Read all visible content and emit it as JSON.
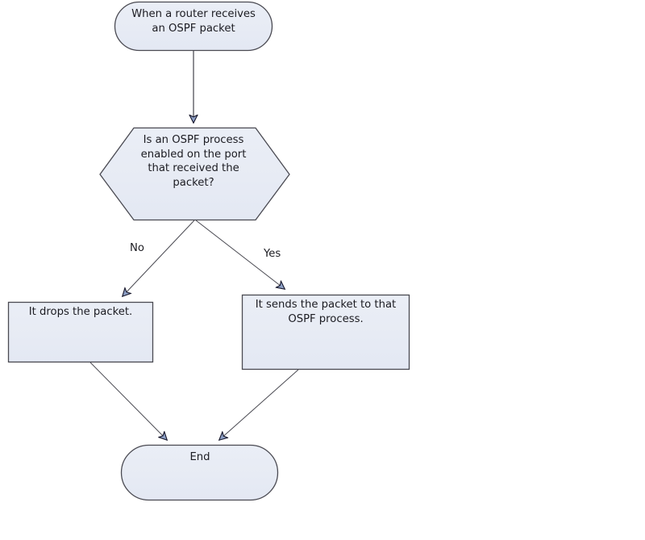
{
  "diagram": {
    "title": "OSPF packet handling flowchart",
    "background_color": "#ffffff",
    "node_fill_color": "#e8ecf5",
    "node_stroke_color": "#4a4a52",
    "connector_color": "#4a4a52",
    "arrowhead_fill_color": "#8da0c6",
    "arrowhead_stroke_color": "#1a1a2a",
    "text_color": "#1c1c22",
    "nodes": [
      {
        "id": "start",
        "shape": "stadium",
        "label": "When a router receives\nan OSPF packet"
      },
      {
        "id": "decision",
        "shape": "hexagon",
        "label": "Is an OSPF process\nenabled on the port\nthat received the\npacket?"
      },
      {
        "id": "drop",
        "shape": "rectangle",
        "label": "It drops the packet."
      },
      {
        "id": "send",
        "shape": "rectangle",
        "label": "It sends the packet to that\nOSPF process."
      },
      {
        "id": "end",
        "shape": "stadium",
        "label": "End"
      }
    ],
    "edges": [
      {
        "id": "start-to-decision",
        "from": "start",
        "to": "decision",
        "label": ""
      },
      {
        "id": "decision-to-drop",
        "from": "decision",
        "to": "drop",
        "label": "No"
      },
      {
        "id": "decision-to-send",
        "from": "decision",
        "to": "send",
        "label": "Yes"
      },
      {
        "id": "drop-to-end",
        "from": "drop",
        "to": "end",
        "label": ""
      },
      {
        "id": "send-to-end",
        "from": "send",
        "to": "end",
        "label": ""
      }
    ]
  }
}
